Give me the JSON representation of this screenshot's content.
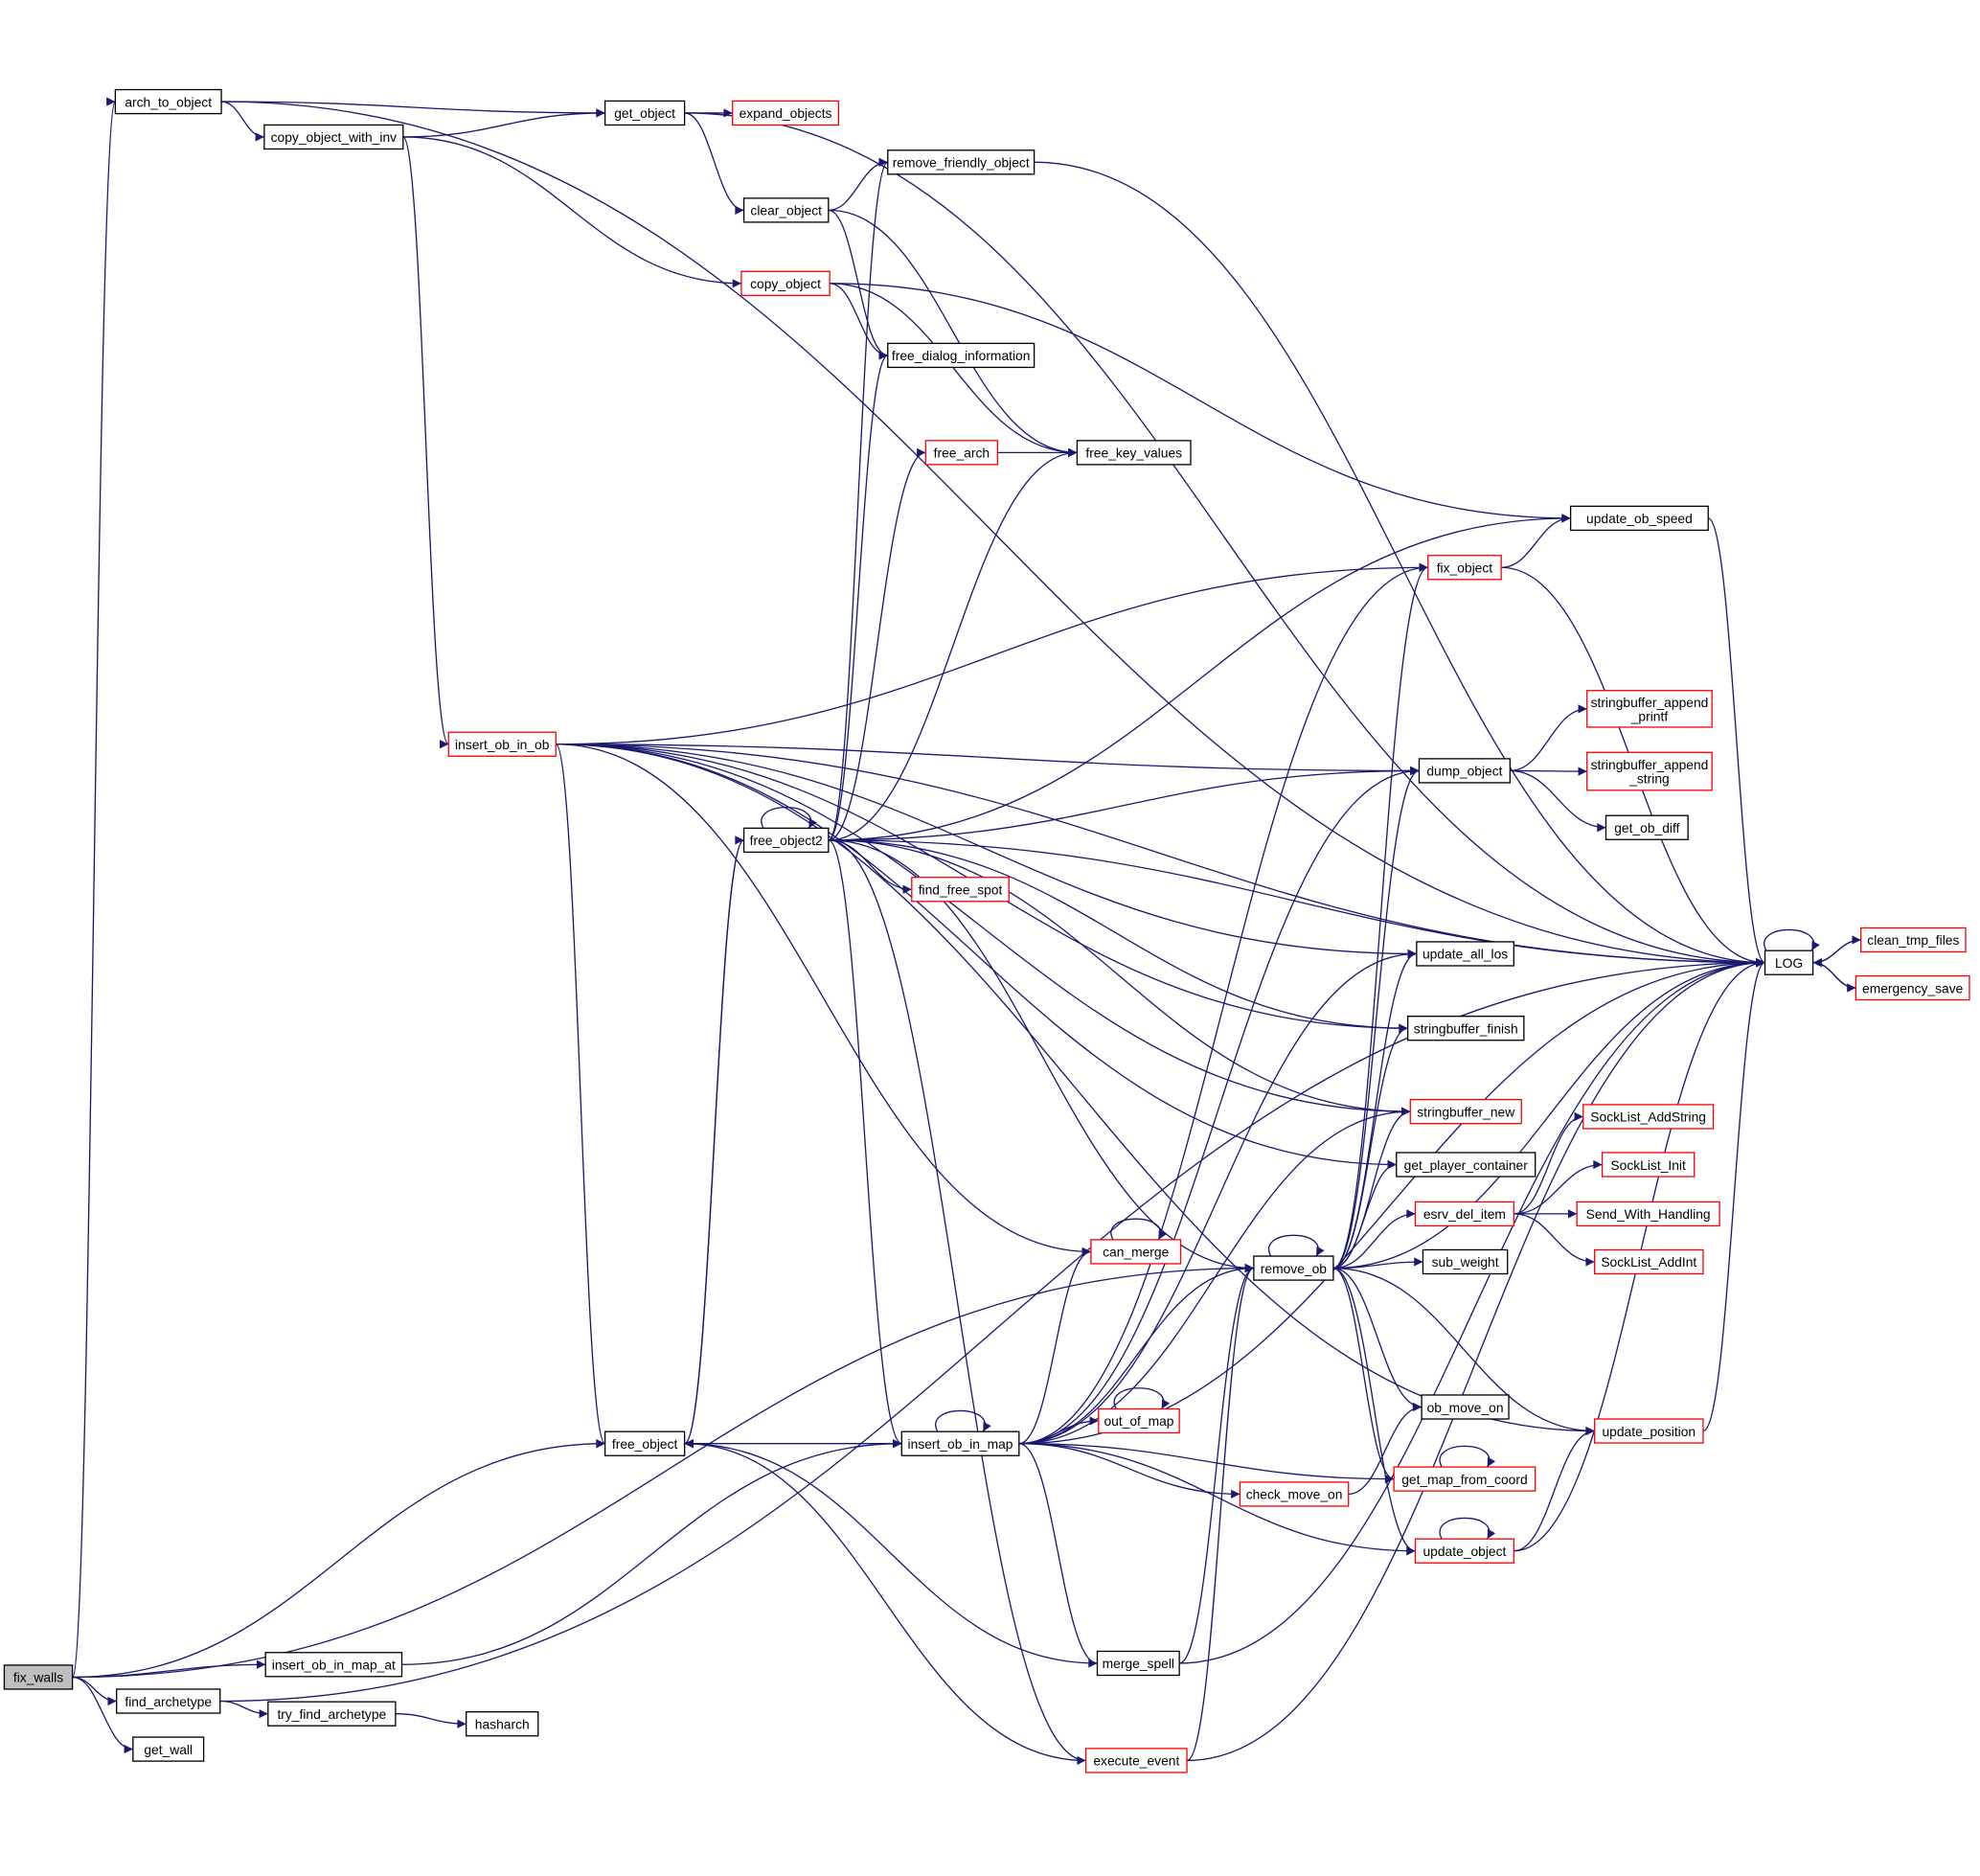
{
  "colors": {
    "edge": "#191970",
    "border": "#000000",
    "partial_border": "#ff0000",
    "root_fill": "#bfbfbf",
    "node_fill": "#ffffff"
  },
  "nodes": [
    {
      "id": "fix_walls",
      "label": "fix_walls",
      "root": true
    },
    {
      "id": "arch_to_object",
      "label": "arch_to_object"
    },
    {
      "id": "copy_object_with_inv",
      "label": "copy_object_with_inv"
    },
    {
      "id": "get_object",
      "label": "get_object"
    },
    {
      "id": "expand_objects",
      "label": "expand_objects",
      "red": true
    },
    {
      "id": "remove_friendly_object",
      "label": "remove_friendly_object"
    },
    {
      "id": "clear_object",
      "label": "clear_object"
    },
    {
      "id": "copy_object",
      "label": "copy_object",
      "red": true
    },
    {
      "id": "free_dialog_information",
      "label": "free_dialog_information"
    },
    {
      "id": "free_arch",
      "label": "free_arch",
      "red": true
    },
    {
      "id": "free_key_values",
      "label": "free_key_values"
    },
    {
      "id": "update_ob_speed",
      "label": "update_ob_speed"
    },
    {
      "id": "fix_object",
      "label": "fix_object",
      "red": true
    },
    {
      "id": "insert_ob_in_ob",
      "label": "insert_ob_in_ob",
      "red": true
    },
    {
      "id": "dump_object",
      "label": "dump_object"
    },
    {
      "id": "sb_printf",
      "label": "stringbuffer_append\n_printf",
      "red": true
    },
    {
      "id": "sb_string",
      "label": "stringbuffer_append\n_string",
      "red": true
    },
    {
      "id": "get_ob_diff",
      "label": "get_ob_diff"
    },
    {
      "id": "free_object2",
      "label": "free_object2"
    },
    {
      "id": "find_free_spot",
      "label": "find_free_spot",
      "red": true
    },
    {
      "id": "update_all_los",
      "label": "update_all_los"
    },
    {
      "id": "LOG",
      "label": "LOG"
    },
    {
      "id": "clean_tmp_files",
      "label": "clean_tmp_files",
      "red": true
    },
    {
      "id": "emergency_save",
      "label": "emergency_save",
      "red": true
    },
    {
      "id": "stringbuffer_finish",
      "label": "stringbuffer_finish"
    },
    {
      "id": "stringbuffer_new",
      "label": "stringbuffer_new",
      "red": true
    },
    {
      "id": "SockList_AddString",
      "label": "SockList_AddString",
      "red": true
    },
    {
      "id": "get_player_container",
      "label": "get_player_container"
    },
    {
      "id": "SockList_Init",
      "label": "SockList_Init",
      "red": true
    },
    {
      "id": "esrv_del_item",
      "label": "esrv_del_item",
      "red": true
    },
    {
      "id": "Send_With_Handling",
      "label": "Send_With_Handling",
      "red": true
    },
    {
      "id": "can_merge",
      "label": "can_merge",
      "red": true
    },
    {
      "id": "remove_ob",
      "label": "remove_ob"
    },
    {
      "id": "sub_weight",
      "label": "sub_weight"
    },
    {
      "id": "SockList_AddInt",
      "label": "SockList_AddInt",
      "red": true
    },
    {
      "id": "ob_move_on",
      "label": "ob_move_on"
    },
    {
      "id": "out_of_map",
      "label": "out_of_map",
      "red": true
    },
    {
      "id": "update_position",
      "label": "update_position",
      "red": true
    },
    {
      "id": "free_object",
      "label": "free_object"
    },
    {
      "id": "insert_ob_in_map",
      "label": "insert_ob_in_map"
    },
    {
      "id": "get_map_from_coord",
      "label": "get_map_from_coord",
      "red": true
    },
    {
      "id": "check_move_on",
      "label": "check_move_on",
      "red": true
    },
    {
      "id": "update_object",
      "label": "update_object",
      "red": true
    },
    {
      "id": "insert_ob_in_map_at",
      "label": "insert_ob_in_map_at"
    },
    {
      "id": "merge_spell",
      "label": "merge_spell"
    },
    {
      "id": "find_archetype",
      "label": "find_archetype"
    },
    {
      "id": "try_find_archetype",
      "label": "try_find_archetype"
    },
    {
      "id": "hasharch",
      "label": "hasharch"
    },
    {
      "id": "get_wall",
      "label": "get_wall"
    },
    {
      "id": "execute_event",
      "label": "execute_event",
      "red": true
    }
  ],
  "edges": [
    [
      "fix_walls",
      "arch_to_object"
    ],
    [
      "fix_walls",
      "insert_ob_in_map_at"
    ],
    [
      "fix_walls",
      "find_archetype"
    ],
    [
      "fix_walls",
      "get_wall"
    ],
    [
      "fix_walls",
      "free_object"
    ],
    [
      "fix_walls",
      "remove_ob"
    ],
    [
      "arch_to_object",
      "get_object"
    ],
    [
      "arch_to_object",
      "copy_object_with_inv"
    ],
    [
      "arch_to_object",
      "LOG"
    ],
    [
      "copy_object_with_inv",
      "get_object"
    ],
    [
      "copy_object_with_inv",
      "copy_object"
    ],
    [
      "copy_object_with_inv",
      "insert_ob_in_ob"
    ],
    [
      "get_object",
      "expand_objects"
    ],
    [
      "get_object",
      "clear_object"
    ],
    [
      "get_object",
      "LOG"
    ],
    [
      "clear_object",
      "remove_friendly_object"
    ],
    [
      "clear_object",
      "free_dialog_information"
    ],
    [
      "clear_object",
      "free_key_values"
    ],
    [
      "remove_friendly_object",
      "LOG"
    ],
    [
      "copy_object",
      "free_dialog_information"
    ],
    [
      "copy_object",
      "free_key_values"
    ],
    [
      "copy_object",
      "update_ob_speed"
    ],
    [
      "free_arch",
      "free_key_values"
    ],
    [
      "fix_object",
      "update_ob_speed"
    ],
    [
      "fix_object",
      "LOG"
    ],
    [
      "update_ob_speed",
      "LOG"
    ],
    [
      "insert_ob_in_ob",
      "LOG"
    ],
    [
      "insert_ob_in_ob",
      "fix_object"
    ],
    [
      "insert_ob_in_ob",
      "dump_object"
    ],
    [
      "insert_ob_in_ob",
      "update_all_los"
    ],
    [
      "insert_ob_in_ob",
      "stringbuffer_finish"
    ],
    [
      "insert_ob_in_ob",
      "stringbuffer_new"
    ],
    [
      "insert_ob_in_ob",
      "get_player_container"
    ],
    [
      "insert_ob_in_ob",
      "can_merge"
    ],
    [
      "insert_ob_in_ob",
      "free_object"
    ],
    [
      "insert_ob_in_ob",
      "update_position"
    ],
    [
      "dump_object",
      "sb_printf"
    ],
    [
      "dump_object",
      "sb_string"
    ],
    [
      "dump_object",
      "get_ob_diff"
    ],
    [
      "free_object2",
      "free_object2"
    ],
    [
      "free_object2",
      "remove_friendly_object"
    ],
    [
      "free_object2",
      "free_dialog_information"
    ],
    [
      "free_object2",
      "free_arch"
    ],
    [
      "free_object2",
      "free_key_values"
    ],
    [
      "free_object2",
      "update_ob_speed"
    ],
    [
      "free_object2",
      "LOG"
    ],
    [
      "free_object2",
      "dump_object"
    ],
    [
      "free_object2",
      "find_free_spot"
    ],
    [
      "free_object2",
      "stringbuffer_finish"
    ],
    [
      "free_object2",
      "stringbuffer_new"
    ],
    [
      "free_object2",
      "remove_ob"
    ],
    [
      "free_object2",
      "insert_ob_in_map"
    ],
    [
      "free_object2",
      "execute_event"
    ],
    [
      "free_object2",
      "free_object"
    ],
    [
      "free_object",
      "free_object2"
    ],
    [
      "insert_ob_in_map",
      "insert_ob_in_map"
    ],
    [
      "insert_ob_in_map",
      "free_object"
    ],
    [
      "insert_ob_in_map",
      "out_of_map"
    ],
    [
      "insert_ob_in_map",
      "can_merge"
    ],
    [
      "insert_ob_in_map",
      "update_all_los"
    ],
    [
      "insert_ob_in_map",
      "stringbuffer_new"
    ],
    [
      "insert_ob_in_map",
      "dump_object"
    ],
    [
      "insert_ob_in_map",
      "remove_ob"
    ],
    [
      "insert_ob_in_map",
      "check_move_on"
    ],
    [
      "insert_ob_in_map",
      "get_map_from_coord"
    ],
    [
      "insert_ob_in_map",
      "update_object"
    ],
    [
      "insert_ob_in_map",
      "merge_spell"
    ],
    [
      "insert_ob_in_map",
      "LOG"
    ],
    [
      "insert_ob_in_map",
      "fix_object"
    ],
    [
      "insert_ob_in_map_at",
      "insert_ob_in_map"
    ],
    [
      "remove_ob",
      "remove_ob"
    ],
    [
      "remove_ob",
      "dump_object"
    ],
    [
      "remove_ob",
      "fix_object"
    ],
    [
      "remove_ob",
      "update_all_los"
    ],
    [
      "remove_ob",
      "stringbuffer_finish"
    ],
    [
      "remove_ob",
      "stringbuffer_new"
    ],
    [
      "remove_ob",
      "get_player_container"
    ],
    [
      "remove_ob",
      "esrv_del_item"
    ],
    [
      "remove_ob",
      "sub_weight"
    ],
    [
      "remove_ob",
      "LOG"
    ],
    [
      "remove_ob",
      "ob_move_on"
    ],
    [
      "remove_ob",
      "get_map_from_coord"
    ],
    [
      "remove_ob",
      "update_position"
    ],
    [
      "remove_ob",
      "update_object"
    ],
    [
      "esrv_del_item",
      "SockList_AddString"
    ],
    [
      "esrv_del_item",
      "SockList_Init"
    ],
    [
      "esrv_del_item",
      "Send_With_Handling"
    ],
    [
      "esrv_del_item",
      "SockList_AddInt"
    ],
    [
      "can_merge",
      "can_merge"
    ],
    [
      "out_of_map",
      "out_of_map"
    ],
    [
      "get_map_from_coord",
      "get_map_from_coord"
    ],
    [
      "update_object",
      "update_object"
    ],
    [
      "update_object",
      "update_position"
    ],
    [
      "update_object",
      "LOG"
    ],
    [
      "update_position",
      "LOG"
    ],
    [
      "check_move_on",
      "ob_move_on"
    ],
    [
      "merge_spell",
      "free_object"
    ],
    [
      "merge_spell",
      "remove_ob"
    ],
    [
      "merge_spell",
      "LOG"
    ],
    [
      "execute_event",
      "free_object"
    ],
    [
      "execute_event",
      "remove_ob"
    ],
    [
      "execute_event",
      "LOG"
    ],
    [
      "find_archetype",
      "try_find_archetype"
    ],
    [
      "find_archetype",
      "LOG"
    ],
    [
      "try_find_archetype",
      "hasharch"
    ],
    [
      "LOG",
      "LOG"
    ],
    [
      "LOG",
      "clean_tmp_files"
    ],
    [
      "LOG",
      "emergency_save"
    ],
    [
      "clean_tmp_files",
      "LOG"
    ],
    [
      "emergency_save",
      "LOG"
    ]
  ]
}
